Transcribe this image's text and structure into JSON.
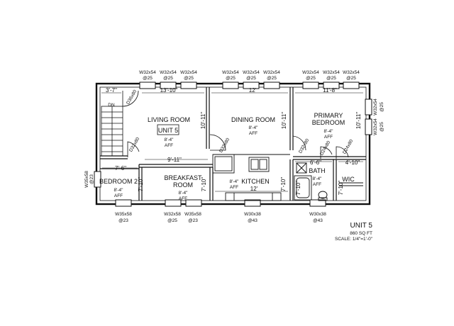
{
  "windows_top": [
    {
      "size": "W32x54",
      "head": "@25"
    },
    {
      "size": "W32x54",
      "head": "@25"
    },
    {
      "size": "W32x54",
      "head": "@25"
    },
    {
      "size": "W32x54",
      "head": "@25"
    },
    {
      "size": "W32x54",
      "head": "@25"
    },
    {
      "size": "W32x54",
      "head": "@25"
    },
    {
      "size": "W32x54",
      "head": "@25"
    },
    {
      "size": "W32x54",
      "head": "@25"
    },
    {
      "size": "W32x54",
      "head": "@25"
    }
  ],
  "windows_bottom": [
    {
      "size": "W35x58",
      "head": "@23"
    },
    {
      "size": "W32x58",
      "head": "@25"
    },
    {
      "size": "W35x58",
      "head": "@23"
    },
    {
      "size": "W30x38",
      "head": "@43"
    },
    {
      "size": "W30x38",
      "head": "@43"
    }
  ],
  "windows_left": {
    "size": "W35x58",
    "head": "@23"
  },
  "windows_right": [
    {
      "size": "W32x54",
      "head": "@25"
    },
    {
      "size": "W32x54",
      "head": "@25"
    }
  ],
  "dimensions": {
    "top_left": "3'-7\"",
    "living_width": "13'-10\"",
    "dining_width": "12'",
    "primary_width": "11'-8\"",
    "living_depth": "10'-11\"",
    "dining_depth": "10'-11\"",
    "primary_depth": "10'-11\"",
    "bedroom2_width": "7'-6\"",
    "breakfast_width": "9'-11\"",
    "bedroom2_depth": "7'-10\"",
    "breakfast_depth": "7'-10\"",
    "kitchen_width": "12'",
    "kitchen_depth": "7'-10\"",
    "bath_width": "6'-6\"",
    "bath_depth": "7'-10\"",
    "wic_width": "4'-10\"",
    "wic_depth": "7'-10\""
  },
  "doors": {
    "living": "D36x80",
    "bedroom2": "D32x80",
    "dining": "D32x80",
    "primary": "D32x80",
    "bath": "D24x80",
    "wic": "D24x80"
  },
  "rooms": {
    "living": {
      "name": "LIVING ROOM",
      "ceiling": "8'-4\"",
      "aff": "AFF"
    },
    "dining": {
      "name": "DINING ROOM",
      "ceiling": "8'-4\"",
      "aff": "AFF"
    },
    "primary": {
      "name_1": "PRIMARY",
      "name_2": "BEDROOM",
      "ceiling": "8'-4\"",
      "aff": "AFF"
    },
    "bedroom2": {
      "name": "BEDROOM 2",
      "ceiling": "8'-4\"",
      "aff": "AFF"
    },
    "breakfast": {
      "name_1": "BREAKFAST",
      "name_2": "ROOM",
      "ceiling": "8'-4\"",
      "aff": "AFF"
    },
    "kitchen": {
      "name": "KITCHEN",
      "ceiling": "8'-4\"",
      "aff": "AFF"
    },
    "bath": {
      "name": "BATH",
      "ceiling": "8'-4\"",
      "aff": "AFF"
    },
    "wic": {
      "name": "WIC"
    }
  },
  "stair_label": "DN",
  "unit_tag": "UNIT 5",
  "title_block": {
    "unit": "UNIT 5",
    "area": "860 SQ FT",
    "scale": "SCALE: 1/4\"=1'-0\""
  }
}
